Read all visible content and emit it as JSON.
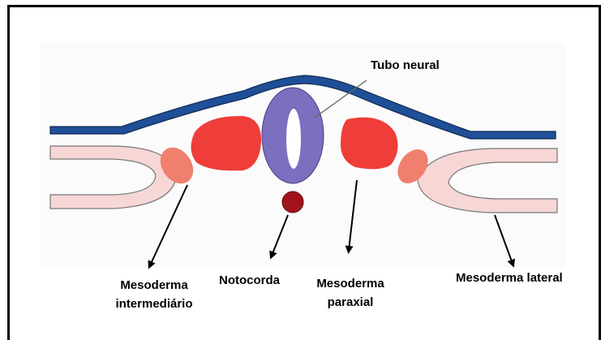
{
  "diagram": {
    "labels": {
      "tubo_neural": "Tubo neural",
      "mesoderma_intermediario_line1": "Mesoderma",
      "mesoderma_intermediario_line2": "intermediário",
      "notocorda": "Notocorda",
      "mesoderma_paraxial_line1": "Mesoderma",
      "mesoderma_paraxial_line2": "paraxial",
      "mesoderma_lateral": "Mesoderma lateral"
    },
    "colors": {
      "ectoderm": "#1f4f96",
      "neural_tube": "#7b6fbf",
      "paraxial_mesoderm": "#ef3d39",
      "intermediate_mesoderm": "#f07f6d",
      "lateral_mesoderm": "#f7d6d6",
      "notochord": "#a3131c",
      "outline": "#555555"
    }
  }
}
